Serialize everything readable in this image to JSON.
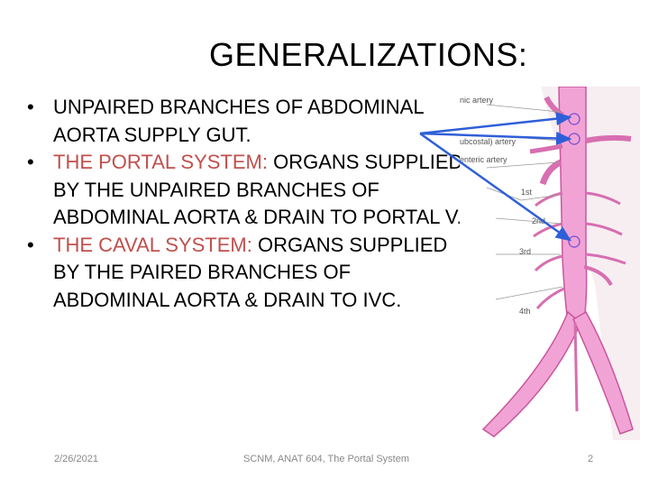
{
  "slide": {
    "title": "GENERALIZATIONS:",
    "bullets": [
      {
        "text": "UNPAIRED BRANCHES OF ABDOMINAL AORTA SUPPLY GUT."
      },
      {
        "highlight": "THE PORTAL SYSTEM:",
        "text": " ORGANS SUPPLIED BY THE UNPAIRED BRANCHES OF ABDOMINAL AORTA & DRAIN TO PORTAL V."
      },
      {
        "highlight": "THE CAVAL SYSTEM:",
        "text": " ORGANS SUPPLIED BY THE PAIRED BRANCHES OF ABDOMINAL AORTA & DRAIN TO IVC."
      }
    ],
    "bullet_symbol": "•",
    "highlight_color": "#c0504d",
    "arrow_color": "#2f5fd8",
    "vessel_color": "#f2a3d6"
  },
  "figure": {
    "labels": {
      "celiac": "nic artery",
      "subcostal": "ubcostal) artery",
      "mesenteric": "enteric artery",
      "lumbar_1": "1st",
      "lumbar_2": "2nd",
      "lumbar_3": "3rd",
      "lumbar_4": "4th"
    }
  },
  "footer": {
    "date": "2/26/2021",
    "center": "SCNM, ANAT 604, The Portal System",
    "page": "2"
  }
}
